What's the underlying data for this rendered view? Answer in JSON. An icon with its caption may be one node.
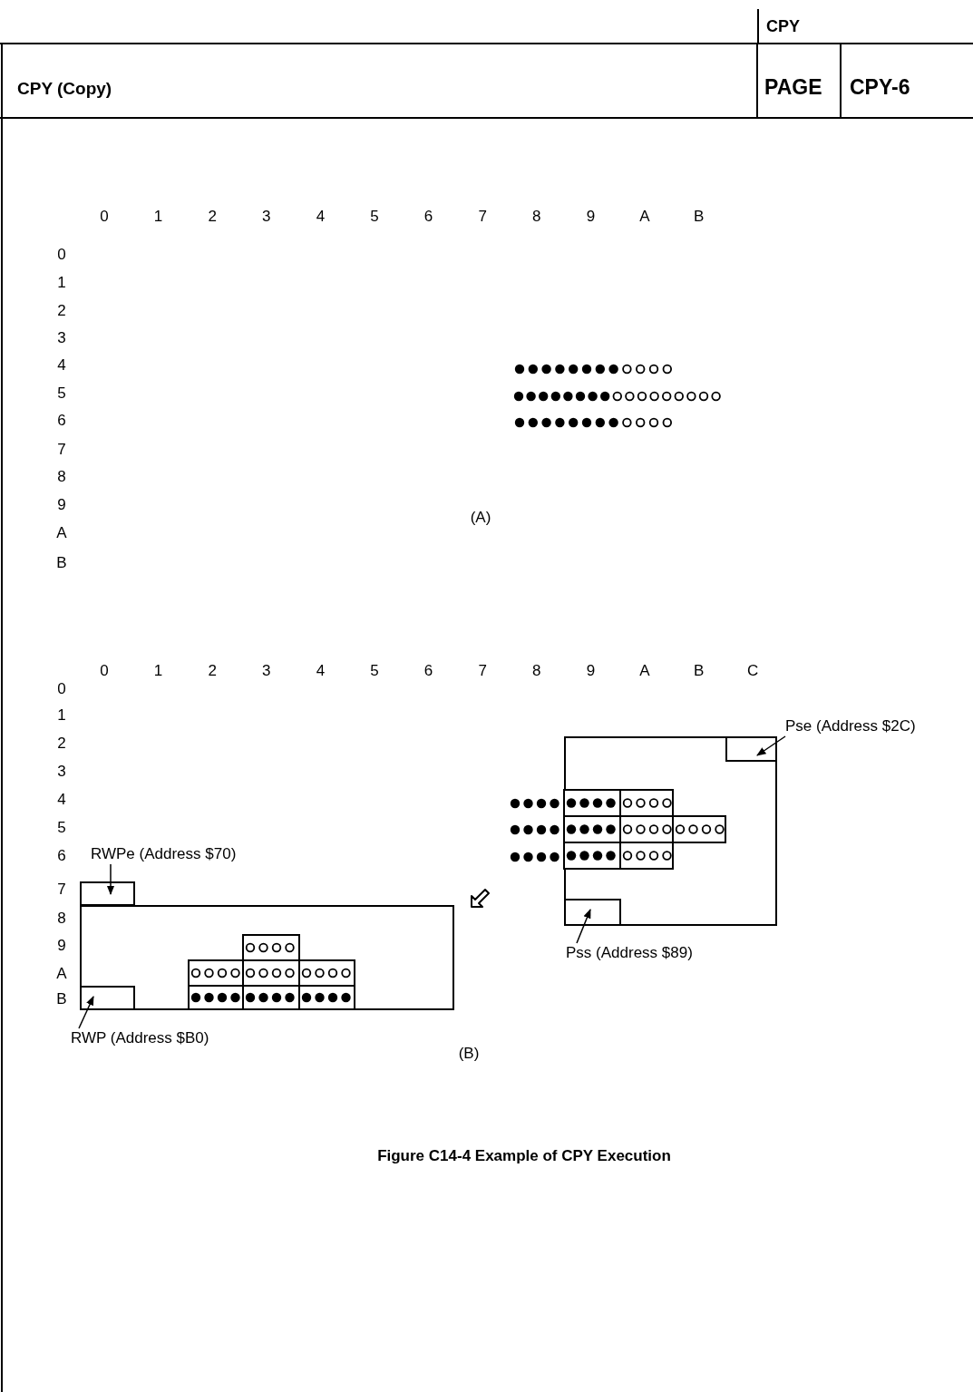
{
  "diagram": {
    "title": "CPY (Copy)",
    "caption": "Figure C14-4 Example of CPY Execution",
    "nodes": [
      {
        "text": [
          "RWPe (Address $70)"
        ]
      },
      {
        "text": [],
        "shape": "box"
      },
      {
        "text": [],
        "shape": "box"
      },
      {
        "text": [],
        "shape": "box",
        "in": 2
      },
      {
        "text": [
          "RWP (Address $B0)"
        ]
      },
      {
        "text": [],
        "shape": "box"
      },
      {
        "text": [],
        "shape": "box",
        "in": 5
      },
      {
        "text": [
          "Pse (Address $2C)"
        ]
      },
      {
        "text": [],
        "shape": "box",
        "in": 5
      },
      {
        "text": [
          "Pss (Address $89)"
        ]
      }
    ],
    "edges": [
      {
        "from": 0,
        "to": 1,
        "arrow": "to"
      },
      {
        "from": 4,
        "to": 3,
        "arrow": "to"
      },
      {
        "from": 7,
        "to": 6,
        "arrow": "to"
      },
      {
        "from": 9,
        "to": 8,
        "arrow": "to"
      }
    ],
    "labels": [
      "CPY",
      "PAGE",
      "CPY-6",
      "0",
      "1",
      "2",
      "3",
      "4",
      "5",
      "6",
      "7",
      "8",
      "9",
      "A",
      "B",
      "0",
      "1",
      "2",
      "3",
      "4",
      "5",
      "6",
      "7",
      "8",
      "9",
      "A",
      "B",
      "(A)",
      "0",
      "1",
      "2",
      "3",
      "4",
      "5",
      "6",
      "7",
      "8",
      "9",
      "A",
      "B",
      "C",
      "0",
      "1",
      "2",
      "3",
      "4",
      "5",
      "6",
      "7",
      "8",
      "9",
      "A",
      "B",
      "(B)"
    ]
  }
}
